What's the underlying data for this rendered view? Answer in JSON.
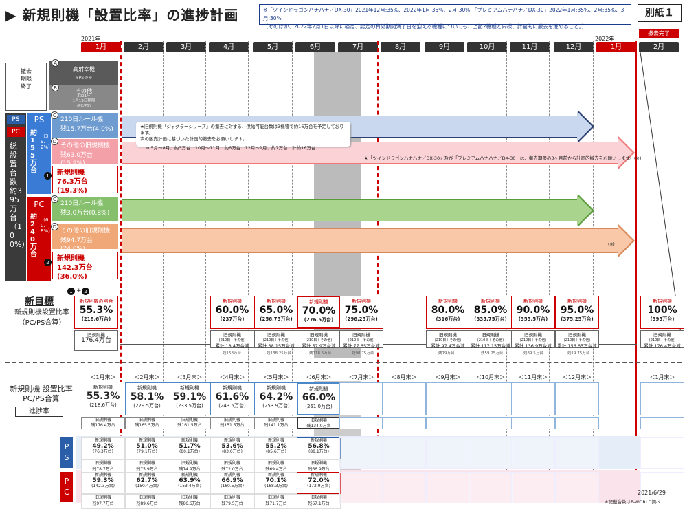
{
  "header": {
    "title": "▶ 新規則機「設置比率」の進捗計画",
    "appendix": "別紙１",
    "note_line1": "※「ツインドラゴンハナハナ／DX-30」2021年12月:35%、2022年1月:35%、2月:30% 「プレミアムハナハナ／DX-30」2022年1月:35%、2月:35%、3月:30%",
    "note_line2": "（そのほか、2022年2月1日以降に検定、認定の有効期間満了日を迎える機種についても、上記2機種と同様、計画的に撤去を進めること。）"
  },
  "timeline": {
    "year_2021": "2021年",
    "year_2022": "2022年",
    "removal_done": "撤去完了",
    "months": [
      "1月",
      "2月",
      "3月",
      "4月",
      "5月",
      "6月",
      "7月",
      "8月",
      "9月",
      "10月",
      "11月",
      "12月",
      "1月",
      "2月"
    ]
  },
  "removal": {
    "label": "撤去期限終了",
    "a_title": "高射幸機",
    "a_sub": "※PSのみ",
    "b_title": "その他",
    "b_sub1": "2021年",
    "b_sub2": "1月19日期限",
    "b_sub3": "(PC/PS)"
  },
  "total": {
    "ps": "PS",
    "pc": "PC",
    "label": "総設置台数約395万台（100%）"
  },
  "ps": {
    "name": "PS",
    "count": "約155万台",
    "share": "（39.2%）",
    "c_title": "210日ルール機",
    "c_sub": "残15.7万台(4.0%)",
    "d_title": "その他の旧規則機",
    "d_sub": "残63.0万台(15.9%)",
    "n_title": "新規則機",
    "n_sub": "76.3万台(19.3%)",
    "note1": "★旧規則機「ジャグラーシリーズ」の撤去に対する、供給可能台数は3機種で約16万台を予定しております。",
    "note2": "次の販売計画に基づいた計画的撤去をお願いします。",
    "note3": "⇒ 5月～8月：約3万台　10月～11月：約6万台　12月～1月：約7万台　計約16万台",
    "note4": "★「ツインドラゴンハナハナ／DX-30」及び「プレミアムハナハナ／DX-30」は、撤去期限の3ヶ月前から計画的撤去をお願いします。(※)"
  },
  "pc": {
    "name": "PC",
    "count": "約240万台",
    "share": "（60.8%）",
    "c_title": "210日ルール機",
    "c_sub": "残3.0万台(0.8%)",
    "d_title": "その他の旧規則機",
    "d_sub": "残94.7万台(24.0%)",
    "n_title": "新規則機",
    "n_sub": "142.3万台(36.0%)",
    "note": "(※)"
  },
  "circles": {
    "a": "A",
    "b": "B",
    "c": "C",
    "d": "D",
    "one": "1",
    "two": "2",
    "plus": "+"
  },
  "target": {
    "title": "新目標",
    "sub": "新規則機設置比率（PC/PS合算）",
    "first_head": "新規則機の割合",
    "first_val": "55.3%",
    "first_sub": "(218.6万台)",
    "first_old_head": "旧規則機",
    "first_old": "176.4万台",
    "items": [
      {
        "head": "新規則機",
        "val": "60.0%",
        "sub": "(237万台)",
        "old1": "旧規則機",
        "old2": "(210日＋その他)",
        "old3": "累計 18.4万台減",
        "below": "残158万台"
      },
      {
        "head": "新規則機",
        "val": "65.0%",
        "sub": "(256.75万台)",
        "old1": "旧規則機",
        "old2": "(210日＋その他)",
        "old3": "累計 38.15万台減",
        "below": "残138.25万台"
      },
      {
        "head": "新規則機",
        "val": "70.0%",
        "sub": "(276.5万台)",
        "old1": "旧規則機",
        "old2": "(210日＋その他)",
        "old3": "累計 57.9万台減",
        "below": "残118.5万台"
      },
      {
        "head": "新規則機",
        "val": "75.0%",
        "sub": "(296.25万台)",
        "old1": "旧規則機",
        "old2": "(210日＋その他)",
        "old3": "累計 77.65万台減",
        "below": "残98.75万台"
      },
      {
        "head": "新規則機",
        "val": "80.0%",
        "sub": "(316万台)",
        "old1": "旧規則機",
        "old2": "(210日＋その他)",
        "old3": "累計 97.4万台減",
        "below": "残79万台"
      },
      {
        "head": "新規則機",
        "val": "85.0%",
        "sub": "(335.75万台)",
        "old1": "旧規則機",
        "old2": "(210日＋その他)",
        "old3": "累計 117.15万台減",
        "below": "残59.25万台"
      },
      {
        "head": "新規則機",
        "val": "90.0%",
        "sub": "(355.5万台)",
        "old1": "旧規則機",
        "old2": "(210日＋その他)",
        "old3": "累計 136.9万台減",
        "below": "残39.5万台"
      },
      {
        "head": "新規則機",
        "val": "95.0%",
        "sub": "(375.25万台)",
        "old1": "旧規則機",
        "old2": "(210日＋その他)",
        "old3": "累計 156.65万台減",
        "below": "残19.75万台"
      },
      {
        "head": "新規則機",
        "val": "100%",
        "sub": "(395万台)",
        "old1": "旧規則機",
        "old2": "(210日＋その他)",
        "old3": "累計 176.4万台減",
        "below": ""
      }
    ]
  },
  "progress": {
    "title1": "新規則機 設置比率",
    "title2": "PC/PS合算",
    "title3": "進捗率",
    "ends": [
      "＜1月末＞",
      "＜2月末＞",
      "＜3月末＞",
      "＜4月末＞",
      "＜5月末＞",
      "＜6月末＞",
      "＜7月末＞",
      "＜8月末＞",
      "＜9月末＞",
      "＜10月末＞",
      "＜11月末＞",
      "＜12月末＞",
      "＜1月末＞"
    ],
    "items": [
      {
        "head": "新規則機",
        "val": "55.3%",
        "sub": "(218.6万台)",
        "old": "旧規則機",
        "oldv": "残176.4万台"
      },
      {
        "head": "新規則機",
        "val": "58.1%",
        "sub": "(229.5万台)",
        "old": "旧規則機",
        "oldv": "残165.5万台"
      },
      {
        "head": "新規則機",
        "val": "59.1%",
        "sub": "(233.5万台)",
        "old": "旧規則機",
        "oldv": "残161.5万台"
      },
      {
        "head": "新規則機",
        "val": "61.6%",
        "sub": "(243.5万台)",
        "old": "旧規則機",
        "oldv": "残151.5万台"
      },
      {
        "head": "新規則機",
        "val": "64.2%",
        "sub": "(253.9万台)",
        "old": "旧規則機",
        "oldv": "残141.1万台"
      },
      {
        "head": "新規則機",
        "val": "66.0%",
        "sub": "(261.0万台)",
        "old": "旧規則機",
        "oldv": "残134.0万台"
      }
    ]
  },
  "ps_rows": {
    "label": "PS",
    "items": [
      {
        "head": "新規則機",
        "val": "49.2%",
        "sub": "(76.3万台)",
        "old": "旧規則機",
        "oldv": "残78.7万台"
      },
      {
        "head": "新規則機",
        "val": "51.0%",
        "sub": "(79.1万台)",
        "old": "旧規則機",
        "oldv": "残75.9万台"
      },
      {
        "head": "新規則機",
        "val": "51.7%",
        "sub": "(80.1万台)",
        "old": "旧規則機",
        "oldv": "残74.9万台"
      },
      {
        "head": "新規則機",
        "val": "53.6%",
        "sub": "(83.0万台)",
        "old": "旧規則機",
        "oldv": "残72.0万台"
      },
      {
        "head": "新規則機",
        "val": "55.2%",
        "sub": "(85.6万台)",
        "old": "旧規則機",
        "oldv": "残69.4万台"
      },
      {
        "head": "新規則機",
        "val": "56.8%",
        "sub": "(88.1万台)",
        "old": "旧規則機",
        "oldv": "残66.9万台"
      }
    ]
  },
  "pc_rows": {
    "label": "PC",
    "items": [
      {
        "head": "新規則機",
        "val": "59.3%",
        "sub": "(142.3万台)",
        "old": "旧規則機",
        "oldv": "残97.7万台"
      },
      {
        "head": "新規則機",
        "val": "62.7%",
        "sub": "(150.4万台)",
        "old": "旧規則機",
        "oldv": "残89.6万台"
      },
      {
        "head": "新規則機",
        "val": "63.9%",
        "sub": "(153.4万台)",
        "old": "旧規則機",
        "oldv": "残86.6万台"
      },
      {
        "head": "新規則機",
        "val": "66.9%",
        "sub": "(160.5万台)",
        "old": "旧規則機",
        "oldv": "残79.5万台"
      },
      {
        "head": "新規則機",
        "val": "70.1%",
        "sub": "(168.3万台)",
        "old": "旧規則機",
        "oldv": "残71.7万台"
      },
      {
        "head": "新規則機",
        "val": "72.0%",
        "sub": "(172.9万台)",
        "old": "旧規則機",
        "oldv": "残67.1万台"
      }
    ]
  },
  "footer": {
    "date": "2021/6/29",
    "source": "※記載台数はP-WORLD調べ"
  },
  "colors": {
    "accent_red": "#c00",
    "ps_blue": "#6e9bd0",
    "pc_green": "#86c06c",
    "pc_orange": "#f0a878",
    "pink": "#f4a0a8"
  }
}
